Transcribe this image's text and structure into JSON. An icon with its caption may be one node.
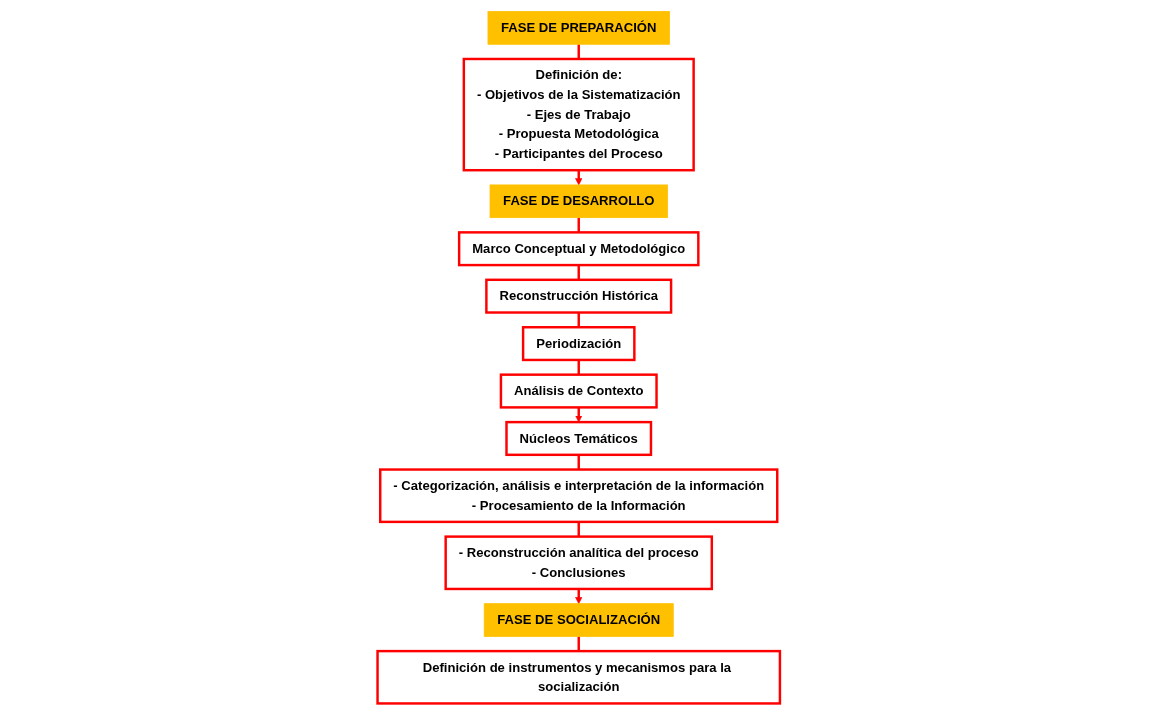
{
  "diagram": {
    "nodes": [
      {
        "text": [
          "FASE DE PREPARACIÓN"
        ]
      },
      {
        "text": [
          "Definición de:",
          "- Objetivos de la Sistematización",
          "- Ejes de Trabajo",
          "- Propuesta Metodológica",
          "- Participantes del Proceso"
        ]
      },
      {
        "text": [
          "FASE DE DESARROLLO"
        ]
      },
      {
        "text": [
          "Marco Conceptual y Metodológico"
        ]
      },
      {
        "text": [
          "Reconstrucción Histórica"
        ]
      },
      {
        "text": [
          "Periodización"
        ]
      },
      {
        "text": [
          "Análisis de Contexto"
        ]
      },
      {
        "text": [
          "Núcleos Temáticos"
        ]
      },
      {
        "text": [
          "- Categorización, análisis e interpretación de la información",
          "- Procesamiento de la Información"
        ]
      },
      {
        "text": [
          "- Reconstrucción analítica del proceso",
          "- Conclusiones"
        ]
      },
      {
        "text": [
          "FASE DE SOCIALIZACIÓN"
        ]
      },
      {
        "text": [
          "Definición de instrumentos y mecanismos para la socialización"
        ]
      }
    ],
    "edges": [
      {
        "from": 0,
        "to": 1,
        "arrow": "none"
      },
      {
        "from": 1,
        "to": 2,
        "arrow": "to"
      },
      {
        "from": 2,
        "to": 3,
        "arrow": "none"
      },
      {
        "from": 3,
        "to": 4,
        "arrow": "none"
      },
      {
        "from": 4,
        "to": 5,
        "arrow": "none"
      },
      {
        "from": 5,
        "to": 6,
        "arrow": "none"
      },
      {
        "from": 6,
        "to": 7,
        "arrow": "to"
      },
      {
        "from": 7,
        "to": 8,
        "arrow": "none"
      },
      {
        "from": 8,
        "to": 9,
        "arrow": "none"
      },
      {
        "from": 9,
        "to": 10,
        "arrow": "to"
      },
      {
        "from": 10,
        "to": 11,
        "arrow": "none"
      }
    ]
  }
}
